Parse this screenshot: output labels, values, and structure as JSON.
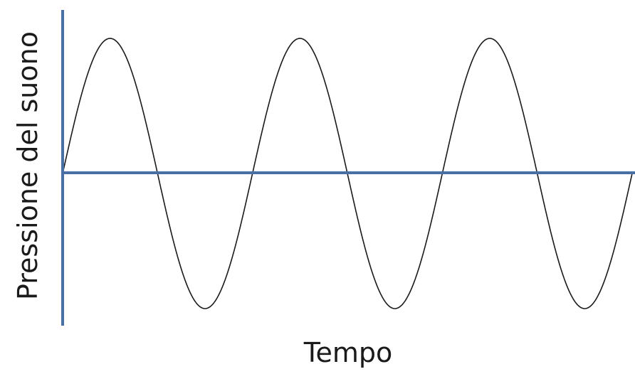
{
  "chart_data": {
    "type": "line",
    "xlabel": "Tempo",
    "ylabel": "Pressione del suono",
    "title": "",
    "xlim": [
      0,
      3
    ],
    "ylim": [
      -1,
      1
    ],
    "grid": false,
    "legend": "none",
    "series": [
      {
        "function": "sine",
        "amplitude": 1,
        "cycles": 3,
        "phase": 0,
        "color": "#1a1a1a"
      }
    ],
    "colors": {
      "axis": "#4a6fa5",
      "curve": "#1a1a1a",
      "text": "#1a1a1a"
    }
  }
}
